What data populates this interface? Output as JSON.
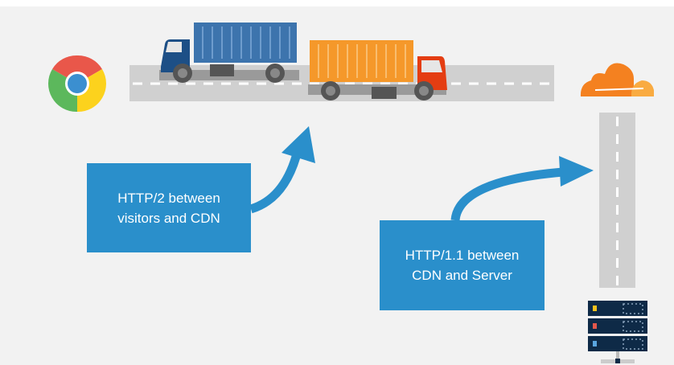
{
  "diagram": {
    "box_visitors": {
      "line1": "HTTP/2 between",
      "line2": "visitors and CDN"
    },
    "box_server": {
      "line1": "HTTP/1.1 between",
      "line2": "CDN and Server"
    }
  },
  "colors": {
    "box": "#2a8fcb",
    "blue_truck": "#3d74ad",
    "orange_truck": "#f5982a",
    "cloud": "#f48120",
    "road": "#d0d0d0",
    "server": "#0e2a47"
  },
  "icons": [
    "chrome-icon",
    "cloudflare-cloud-icon",
    "server-icon",
    "blue-truck-icon",
    "orange-truck-icon"
  ]
}
